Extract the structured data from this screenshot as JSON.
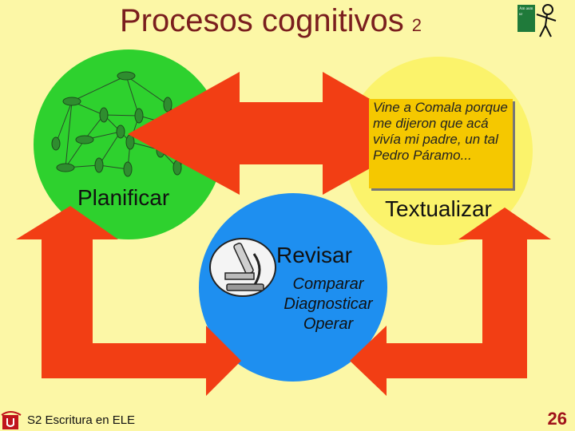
{
  "title": "Procesos cognitivos",
  "title_number": "2",
  "badge_text": "Am aum ur",
  "note_text": "Vine a Comala porque me dijeron que acá vivía mi padre, un tal Pedro Páramo...",
  "labels": {
    "planificar": "Planificar",
    "textualizar": "Textualizar",
    "revisar": "Revisar"
  },
  "revisar_subitems": [
    "Comparar",
    "Diagnosticar",
    "Operar"
  ],
  "footer": "S2 Escritura en ELE",
  "page_number": "26",
  "colors": {
    "background": "#fcf7a6",
    "green_circle": "#2ed12e",
    "yellow_circle": "#fbf36b",
    "blue_circle": "#1e8ff0",
    "arrows": "#f23e14",
    "note": "#f5c800",
    "title": "#7a1e1e"
  }
}
